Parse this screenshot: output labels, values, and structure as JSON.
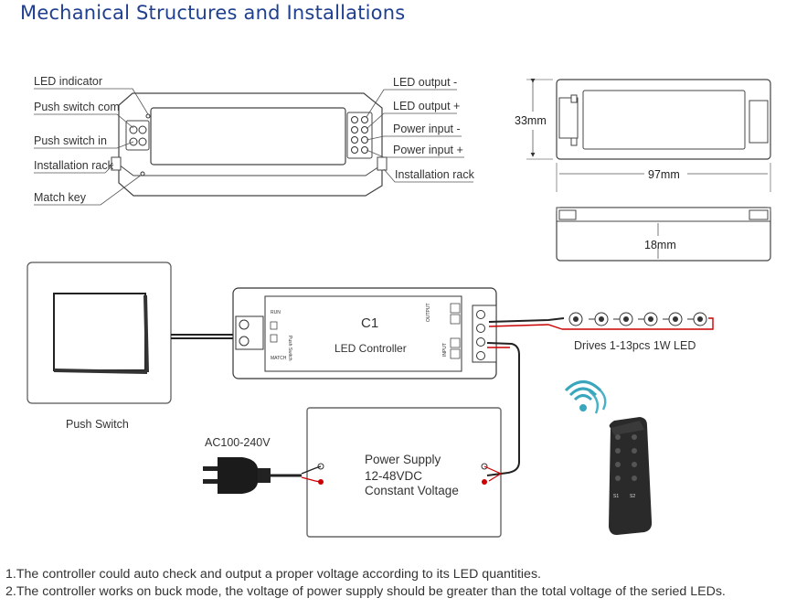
{
  "title": "Mechanical Structures and Installations",
  "left_labels": [
    "LED indicator",
    "Push switch com",
    "Push switch in",
    "Installation rack",
    "Match key"
  ],
  "right_labels": [
    "LED output -",
    "LED output +",
    "Power input -",
    "Power input +",
    "Installation rack"
  ],
  "dimensions": {
    "height": "33mm",
    "width": "97mm",
    "thickness": "18mm"
  },
  "controller": {
    "model": "C1",
    "name": "LED Controller",
    "run": "RUN",
    "match": "MATCH",
    "push_switch_small": "Push Switch",
    "output": "OUTPUT",
    "input": "INPUT",
    "minus": "-",
    "plus": "+"
  },
  "push_switch_label": "Push Switch",
  "led_label": "Drives 1-13pcs 1W LED",
  "ac_label": "AC100-240V",
  "power_supply": {
    "line1": "Power Supply",
    "line2": "12-48VDC",
    "line3": "Constant Voltage"
  },
  "remote_keys": [
    "S1",
    "S2"
  ],
  "notes": [
    "1.The controller could auto check and output a proper voltage according to its LED quantities.",
    "2.The controller works on buck mode, the voltage of power supply should be greater than the total voltage of the seried LEDs."
  ]
}
